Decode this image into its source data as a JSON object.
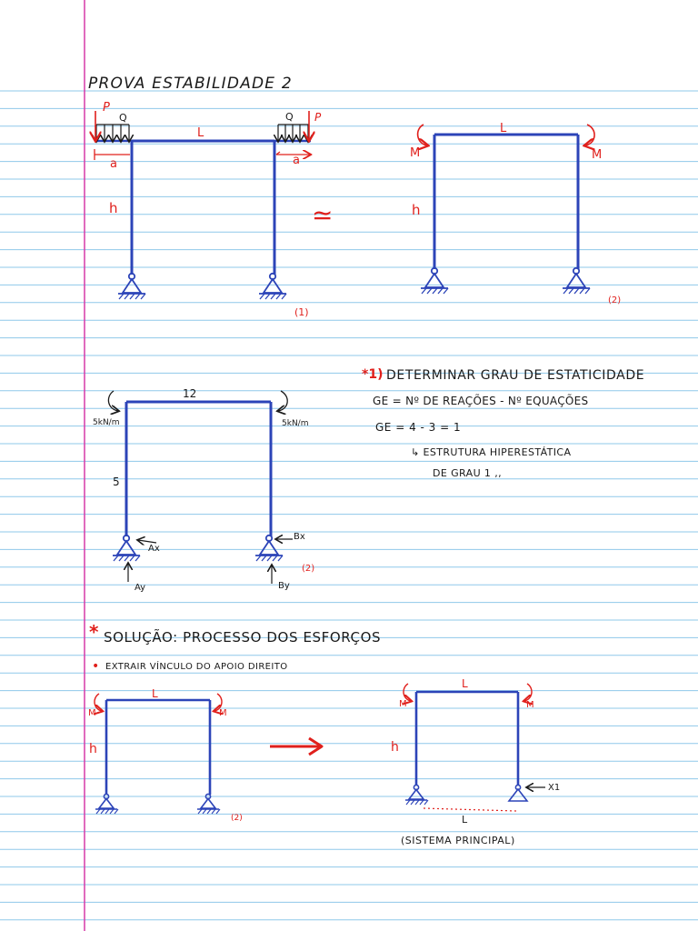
{
  "colors": {
    "ink_black": "#1a1a1a",
    "ink_red": "#e0201c",
    "ink_blue": "#2c44b8",
    "ruled_line": "#8fc8ea",
    "margin_line": "#d63aa8",
    "paper": "#ffffff"
  },
  "title": "PROVA ESTABILIDADE 2",
  "figure1": {
    "P_left": "P",
    "Q_left": "Q",
    "L": "L",
    "Q_right": "Q",
    "P_right": "P",
    "a_left": "a",
    "a_right": "a",
    "h": "h",
    "label": "(1)"
  },
  "approx_symbol": "≃",
  "figure2": {
    "L": "L",
    "M_left": "M",
    "M_right": "M",
    "h": "h",
    "label": "(2)"
  },
  "figure3": {
    "span": "12",
    "moment_left": "5kN/m",
    "moment_right": "5kN/m",
    "height": "5",
    "Ax": "Ax",
    "Ay": "Ay",
    "Bx": "Bx",
    "By": "By",
    "label": "(2)"
  },
  "section1": {
    "marker": "*1)",
    "heading": "DETERMINAR GRAU DE ESTATICIDADE",
    "line1": "GE = Nº DE REAÇÕES - Nº EQUAÇÕES",
    "line2": "GE = 4 - 3 = 1",
    "line3": "↳ ESTRUTURA HIPERESTÁTICA",
    "line4": "DE GRAU 1 ,,"
  },
  "section2": {
    "marker": "*",
    "heading": "SOLUÇÃO: PROCESSO DOS ESFORÇOS",
    "bullet": "•",
    "step": "EXTRAIR VÍNCULO DO APOIO DIREITO"
  },
  "figure4": {
    "L": "L",
    "M_left": "M",
    "M_right": "M",
    "h": "h",
    "label": "(2)"
  },
  "figure5": {
    "L_top": "L",
    "M_left": "M",
    "M_right": "M",
    "h": "h",
    "X1": "X1",
    "L_bottom": "L",
    "caption": "(SISTEMA PRINCIPAL)"
  }
}
